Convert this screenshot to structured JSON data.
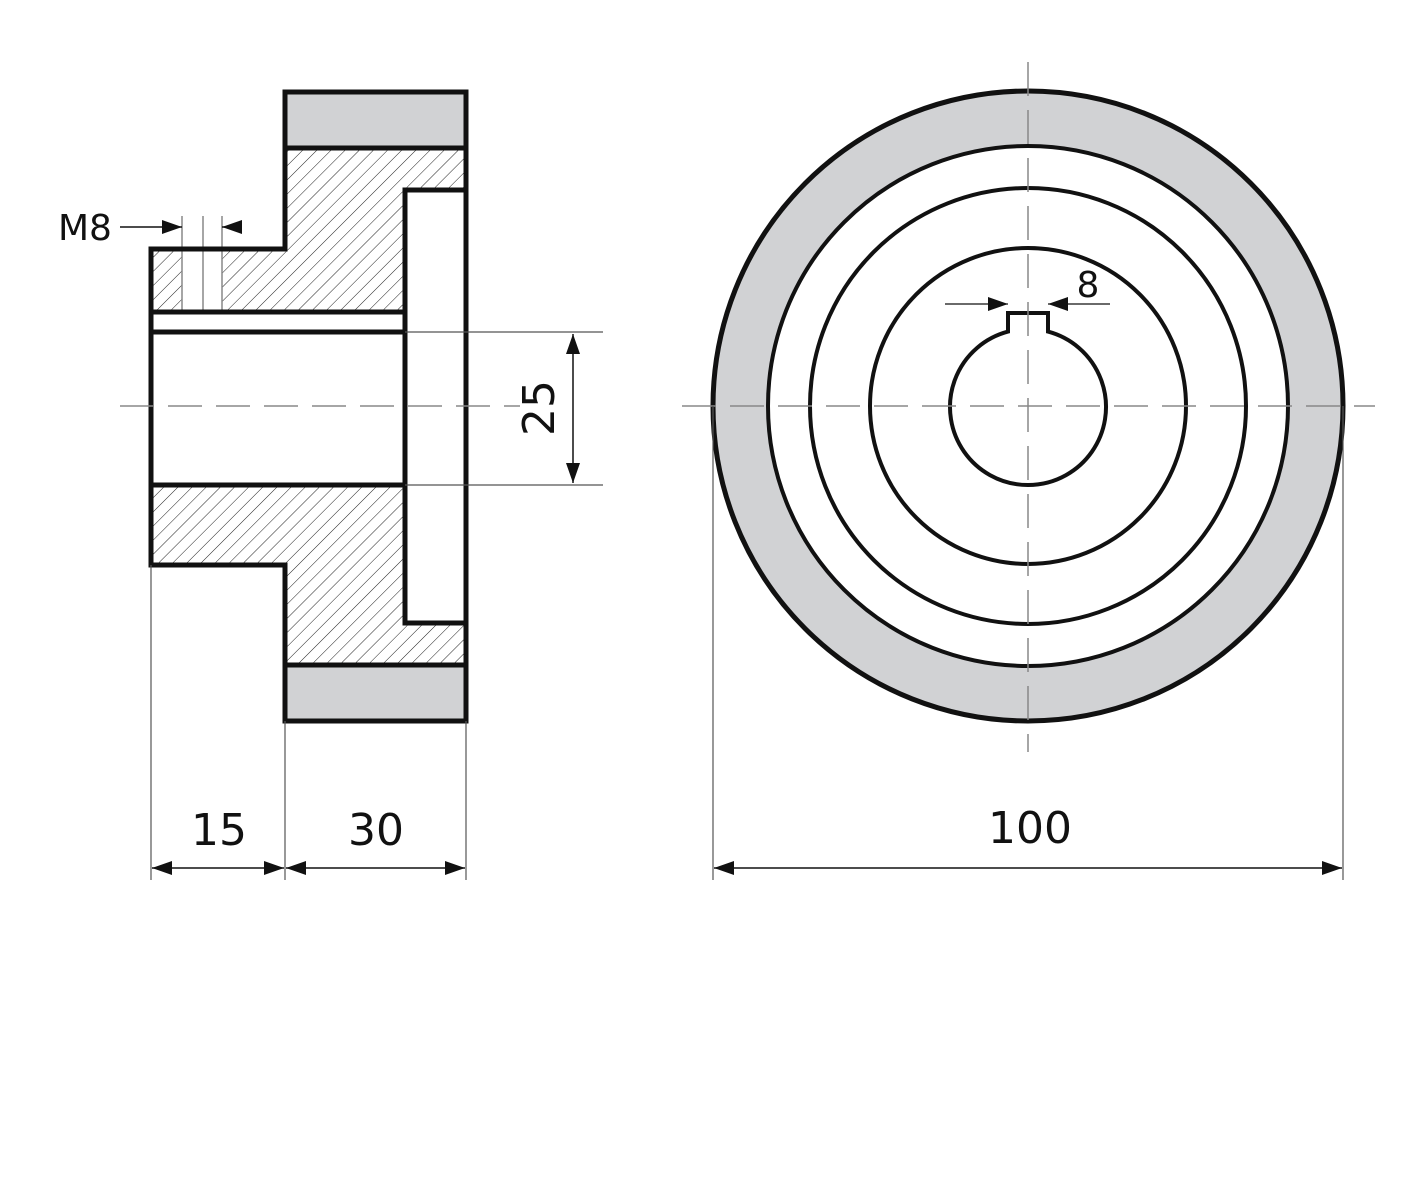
{
  "drawing": {
    "labels": {
      "thread": "M8",
      "hub_length": "15",
      "gear_width": "30",
      "bore_diameter": "25",
      "key_width": "8",
      "outer_diameter": "100"
    },
    "colors": {
      "outline": "#111111",
      "fill_gray": "#d1d2d4",
      "thin": "#555555"
    }
  }
}
